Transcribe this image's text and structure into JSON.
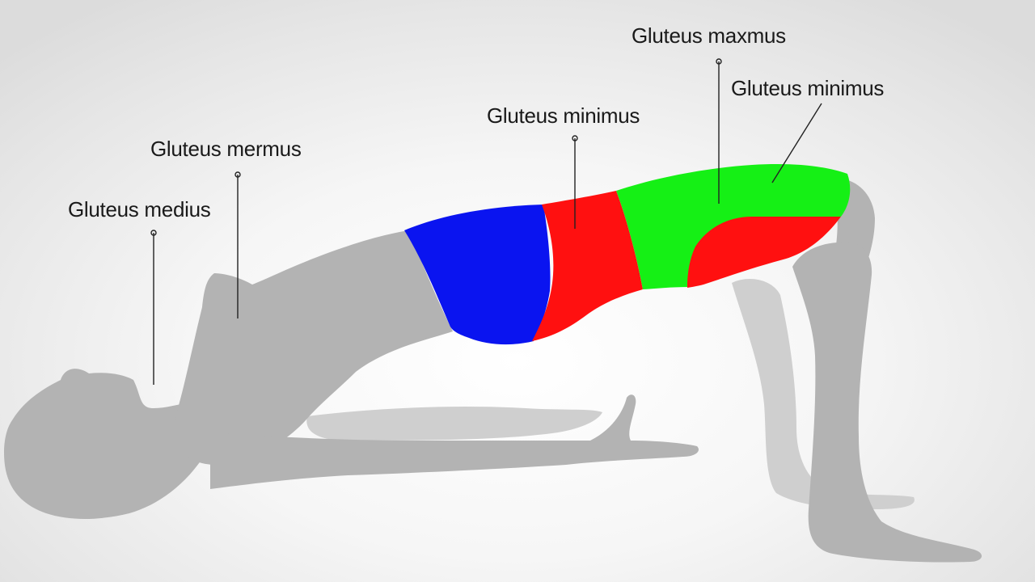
{
  "labels": [
    {
      "id": "gluteus-medius",
      "text": "Gluteus medius"
    },
    {
      "id": "gluteus-mermus",
      "text": "Gluteus mermus"
    },
    {
      "id": "gluteus-minimus-center",
      "text": "Gluteus minimus"
    },
    {
      "id": "gluteus-maxmus",
      "text": "Gluteus maxmus"
    },
    {
      "id": "gluteus-minimus-right",
      "text": "Gluteus minimus"
    }
  ],
  "colors": {
    "body": "#b3b3b3",
    "body_shadow": "#c9c9c9",
    "region_blue": "#0a14f0",
    "region_red": "#ff1010",
    "region_green": "#15f015",
    "leader_line": "#222222"
  }
}
